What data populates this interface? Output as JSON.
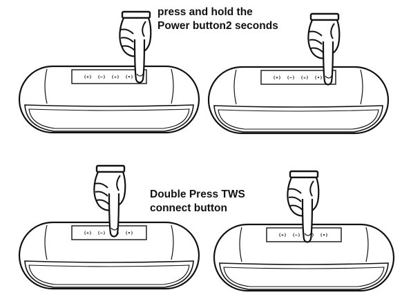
{
  "instructions": {
    "power": [
      "press and hold the",
      "Power button2 seconds"
    ],
    "tws": [
      "Double Press TWS",
      "connect button"
    ]
  },
  "button_labels": [
    "(+)",
    "(−)",
    "(»)",
    "(•)"
  ],
  "illustrations": [
    {
      "pressed_button": "power"
    },
    {
      "pressed_button": "power"
    },
    {
      "pressed_button": "tws"
    },
    {
      "pressed_button": "tws"
    }
  ]
}
